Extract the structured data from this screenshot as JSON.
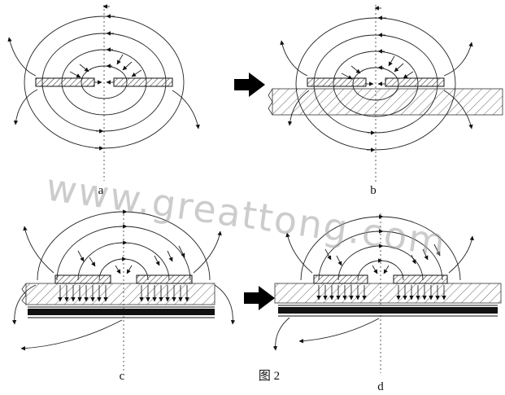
{
  "figure": {
    "caption": "图 2",
    "watermark": "www.greattong.com",
    "panels": [
      {
        "id": "a",
        "label": "a"
      },
      {
        "id": "b",
        "label": "b"
      },
      {
        "id": "c",
        "label": "c"
      },
      {
        "id": "d",
        "label": "d"
      }
    ]
  },
  "colors": {
    "background": "#ffffff",
    "line": "#222222",
    "ground_plane": "#111111",
    "watermark": "#9a9a9a"
  }
}
